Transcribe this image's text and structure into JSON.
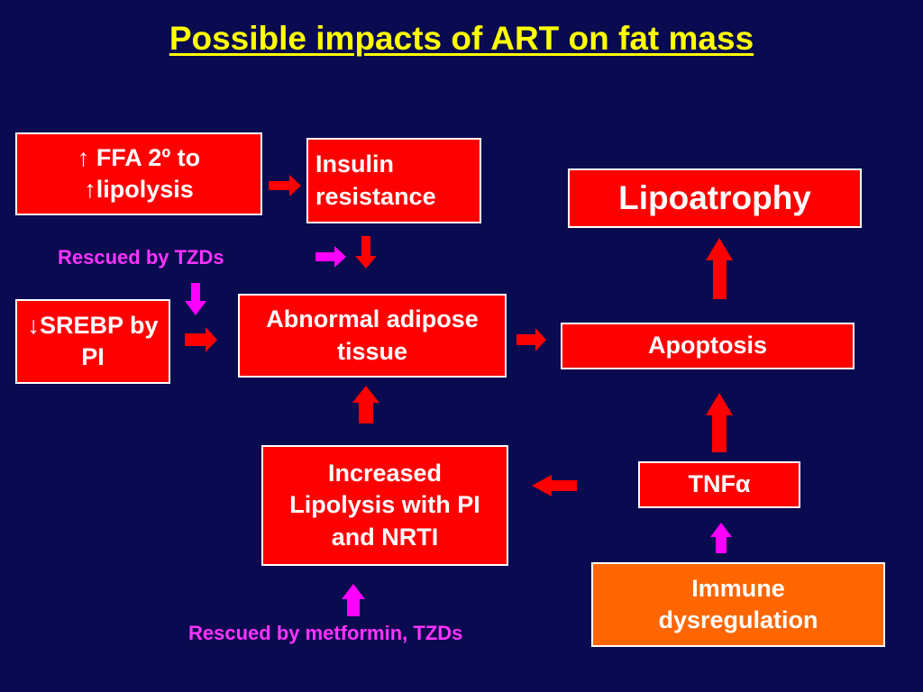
{
  "title": "Possible impacts of ART on fat mass",
  "boxes": {
    "ffa": "↑ FFA 2º to ↑lipolysis",
    "insulin": "Insulin resistance",
    "lipoatrophy": "Lipoatrophy",
    "srebp": "↓SREBP by PI",
    "abnormal": "Abnormal adipose tissue",
    "apoptosis": "Apoptosis",
    "lipolysis": "Increased Lipolysis with PI and NRTI",
    "tnf": "TNFα",
    "immune": "Immune dysregulation"
  },
  "notes": {
    "tzds": "Rescued by TZDs",
    "metformin": "Rescued by metformin, TZDs"
  },
  "colors": {
    "background": "#0a0a50",
    "title": "#ffff00",
    "box": "#ff0000",
    "box_orange": "#ff6600",
    "arrow_red": "#ff0000",
    "arrow_magenta": "#ff00ff",
    "note": "#ff33ff"
  }
}
